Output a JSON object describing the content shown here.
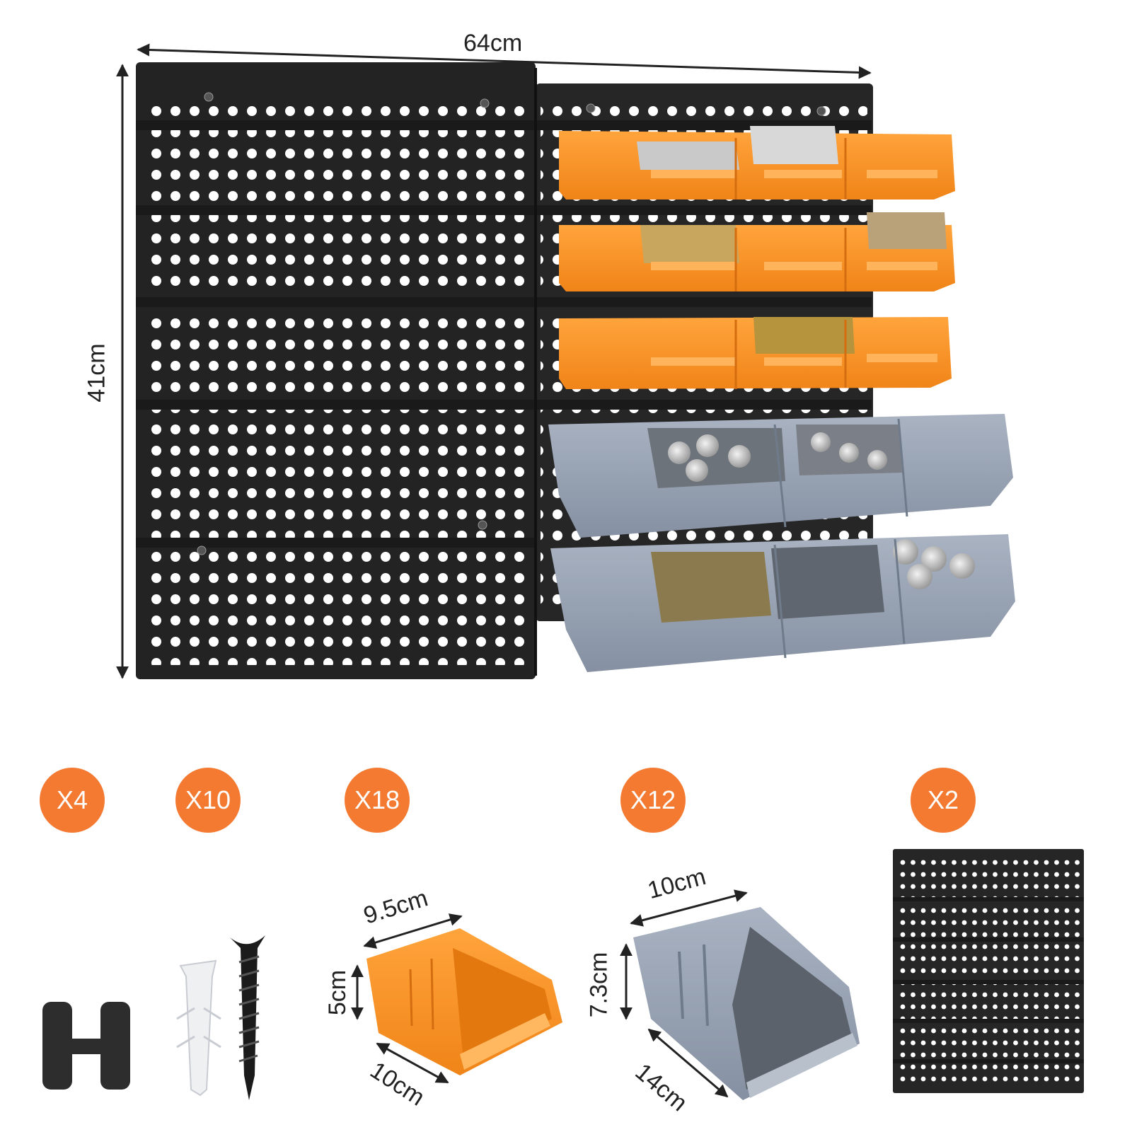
{
  "dimensions": {
    "width": "64cm",
    "height": "41cm",
    "small_bin_width": "9.5cm",
    "small_bin_height": "5cm",
    "small_bin_depth": "10cm",
    "large_bin_width": "10cm",
    "large_bin_height": "7.3cm",
    "large_bin_depth": "14cm"
  },
  "quantities": {
    "h_connector": "X4",
    "screw_set": "X10",
    "small_bin": "X18",
    "large_bin": "X12",
    "wall_panel": "X2"
  },
  "colors": {
    "panel": "#222222",
    "orange_bin": "#f7931e",
    "gray_bin": "#97a3b5",
    "badge": "#f47a32"
  },
  "icons": {
    "h_connector": "h-connector-icon",
    "wall_plug": "wall-plug-icon",
    "screw": "screw-icon"
  }
}
